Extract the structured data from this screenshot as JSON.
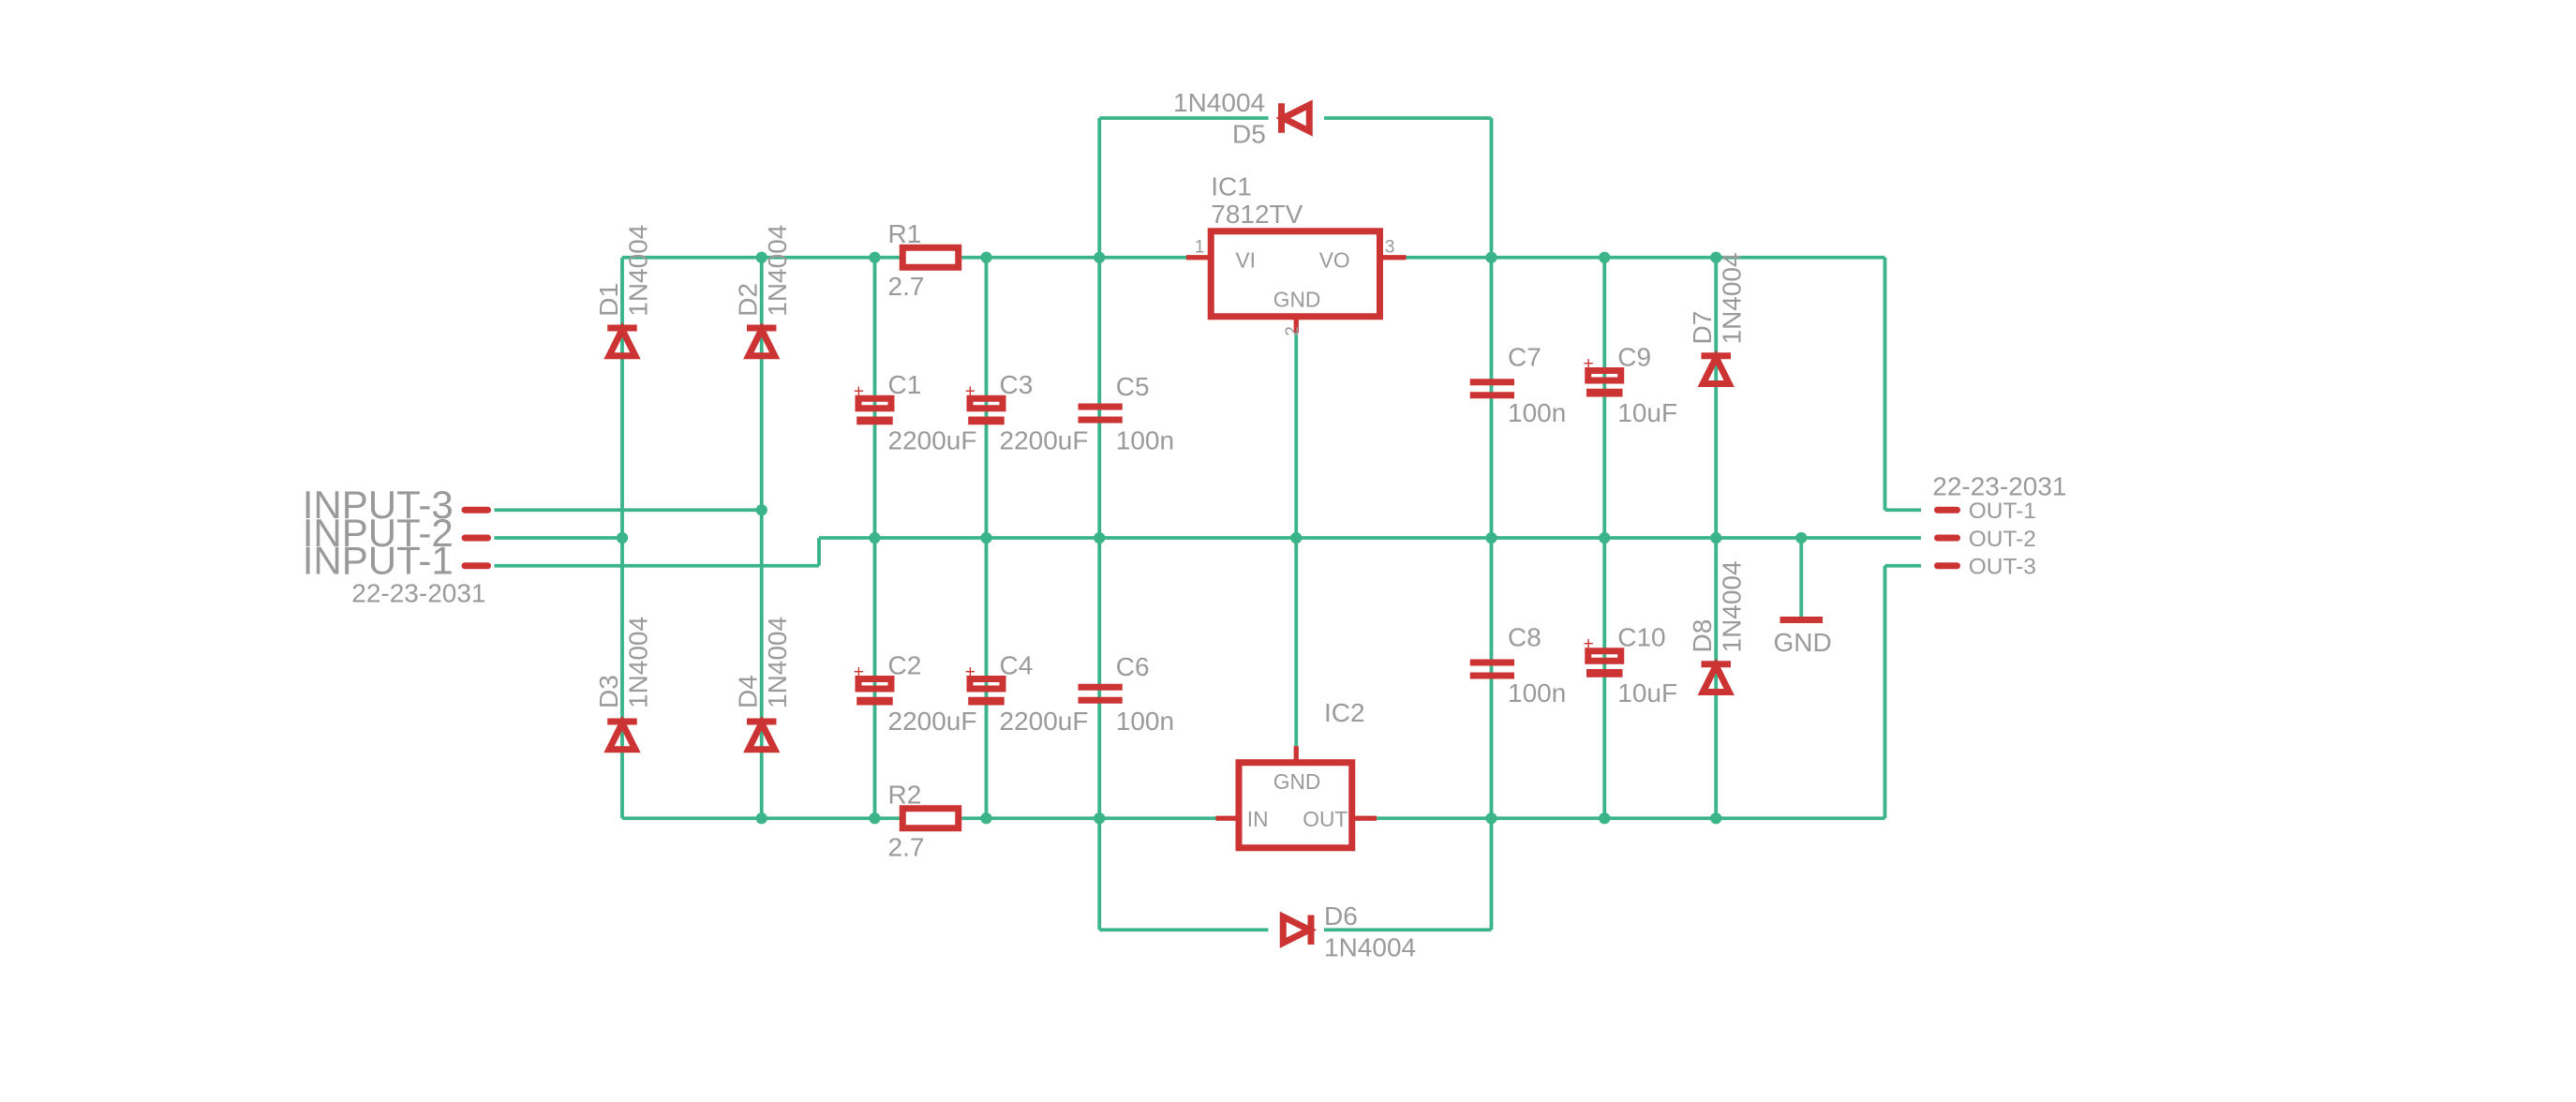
{
  "diagram": {
    "connectors": {
      "left_ref": "22-23-2031",
      "left_pins": [
        "INPUT-3",
        "INPUT-2",
        "INPUT-1"
      ],
      "right_ref": "22-23-2031",
      "right_pins": [
        "OUT-1",
        "OUT-2",
        "OUT-3"
      ]
    },
    "diodes": [
      {
        "ref": "D1",
        "value": "1N4004"
      },
      {
        "ref": "D2",
        "value": "1N4004"
      },
      {
        "ref": "D3",
        "value": "1N4004"
      },
      {
        "ref": "D4",
        "value": "1N4004"
      },
      {
        "ref": "D5",
        "value": "1N4004"
      },
      {
        "ref": "D6",
        "value": "1N4004"
      },
      {
        "ref": "D7",
        "value": "1N4004"
      },
      {
        "ref": "D8",
        "value": "1N4004"
      }
    ],
    "resistors": [
      {
        "ref": "R1",
        "value": "2.7"
      },
      {
        "ref": "R2",
        "value": "2.7"
      }
    ],
    "capacitors": [
      {
        "ref": "C1",
        "value": "2200uF"
      },
      {
        "ref": "C2",
        "value": "2200uF"
      },
      {
        "ref": "C3",
        "value": "2200uF"
      },
      {
        "ref": "C4",
        "value": "2200uF"
      },
      {
        "ref": "C5",
        "value": "100n"
      },
      {
        "ref": "C6",
        "value": "100n"
      },
      {
        "ref": "C7",
        "value": "100n"
      },
      {
        "ref": "C8",
        "value": "100n"
      },
      {
        "ref": "C9",
        "value": "10uF"
      },
      {
        "ref": "C10",
        "value": "10uF"
      }
    ],
    "ic1": {
      "ref": "IC1",
      "value": "7812TV",
      "pin_in": "VI",
      "pin_out": "VO",
      "pin_gnd": "GND",
      "pin1": "1",
      "pin2": "2",
      "pin3": "3"
    },
    "ic2": {
      "ref": "IC2",
      "pin_in": "IN",
      "pin_out": "OUT",
      "pin_gnd": "GND"
    },
    "gnd_label": "GND"
  }
}
